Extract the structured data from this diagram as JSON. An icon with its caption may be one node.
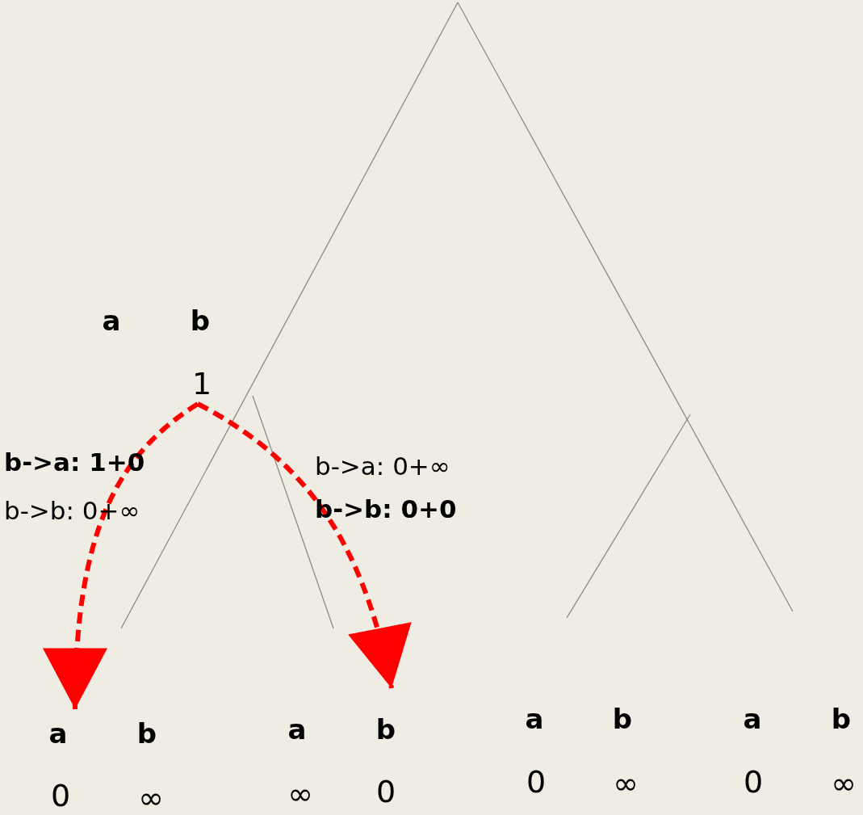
{
  "diagram": {
    "nodes": [
      {
        "text": [
          "a",
          "b",
          "1"
        ]
      },
      {
        "text": [
          "a",
          "b",
          "0",
          "∞"
        ]
      },
      {
        "text": [
          "a",
          "b",
          "∞",
          "0"
        ]
      },
      {
        "text": [
          "a",
          "b",
          "0",
          "∞"
        ]
      },
      {
        "text": [
          "a",
          "b",
          "0",
          "∞"
        ]
      }
    ],
    "edges": [
      {
        "from": 0,
        "to": 1,
        "arrow": "to",
        "style": "dashed",
        "color": "#ff0000"
      },
      {
        "from": 0,
        "to": 2,
        "arrow": "to",
        "style": "dashed",
        "color": "#ff0000"
      }
    ],
    "labels": [
      "b->a: 1+0",
      "b->b: 0+∞",
      "b->a: 0+∞",
      "b->b: 0+0"
    ]
  }
}
